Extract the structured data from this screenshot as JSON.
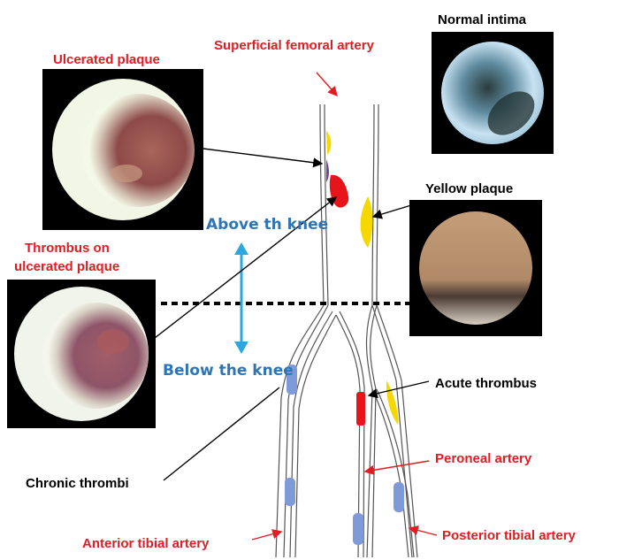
{
  "labels": {
    "superficial_femoral_artery": "Superficial femoral artery",
    "normal_intima": "Normal intima",
    "ulcerated_plaque": "Ulcerated plaque",
    "yellow_plaque": "Yellow plaque",
    "thrombus_on_ulcerated_plaque_line1": "Thrombus on",
    "thrombus_on_ulcerated_plaque_line2": "ulcerated plaque",
    "above_the_knee": "Above th knee",
    "below_the_knee": "Below the knee",
    "acute_thrombus": "Acute thrombus",
    "chronic_thrombi": "Chronic thrombi",
    "peroneal_artery": "Peroneal artery",
    "anterior_tibial_artery": "Anterior tibial artery",
    "posterior_tibial_artery": "Posterior tibial artery"
  },
  "colors": {
    "label_red": "#e31b23",
    "label_blue": "#2e75b6",
    "yellow_plaque": "#f5d800",
    "acute_thrombus": "#e8141c",
    "chronic_thrombus": "#7f9ad8",
    "knee_arrow": "#2aa7df",
    "vessel_wall": "#555555"
  },
  "icons": {
    "knee_arrow": "double-headed-vertical-arrow",
    "knee_line": "dashed-horizontal-line"
  }
}
